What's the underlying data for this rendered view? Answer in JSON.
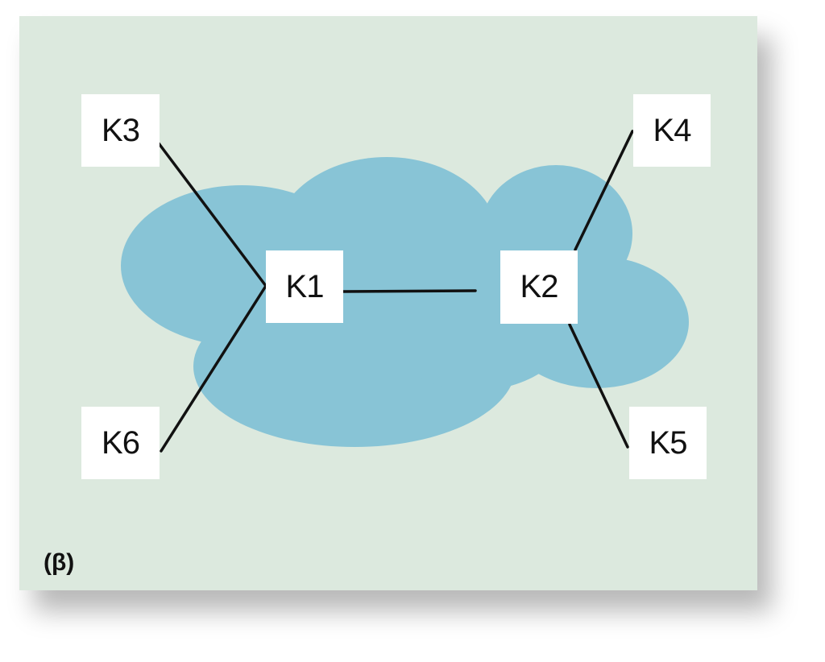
{
  "diagram": {
    "panel_label": "(β)",
    "nodes": [
      {
        "id": "K1",
        "label": "K1"
      },
      {
        "id": "K2",
        "label": "K2"
      },
      {
        "id": "K3",
        "label": "K3"
      },
      {
        "id": "K4",
        "label": "K4"
      },
      {
        "id": "K5",
        "label": "K5"
      },
      {
        "id": "K6",
        "label": "K6"
      }
    ],
    "edges": [
      {
        "from": "K3",
        "to": "K1"
      },
      {
        "from": "K6",
        "to": "K1"
      },
      {
        "from": "K1",
        "to": "K2"
      },
      {
        "from": "K2",
        "to": "K4"
      },
      {
        "from": "K2",
        "to": "K5"
      }
    ],
    "colors": {
      "background": "#dce9de",
      "cloud": "#88c4d6",
      "node_fill": "#ffffff",
      "line": "#111111"
    }
  }
}
